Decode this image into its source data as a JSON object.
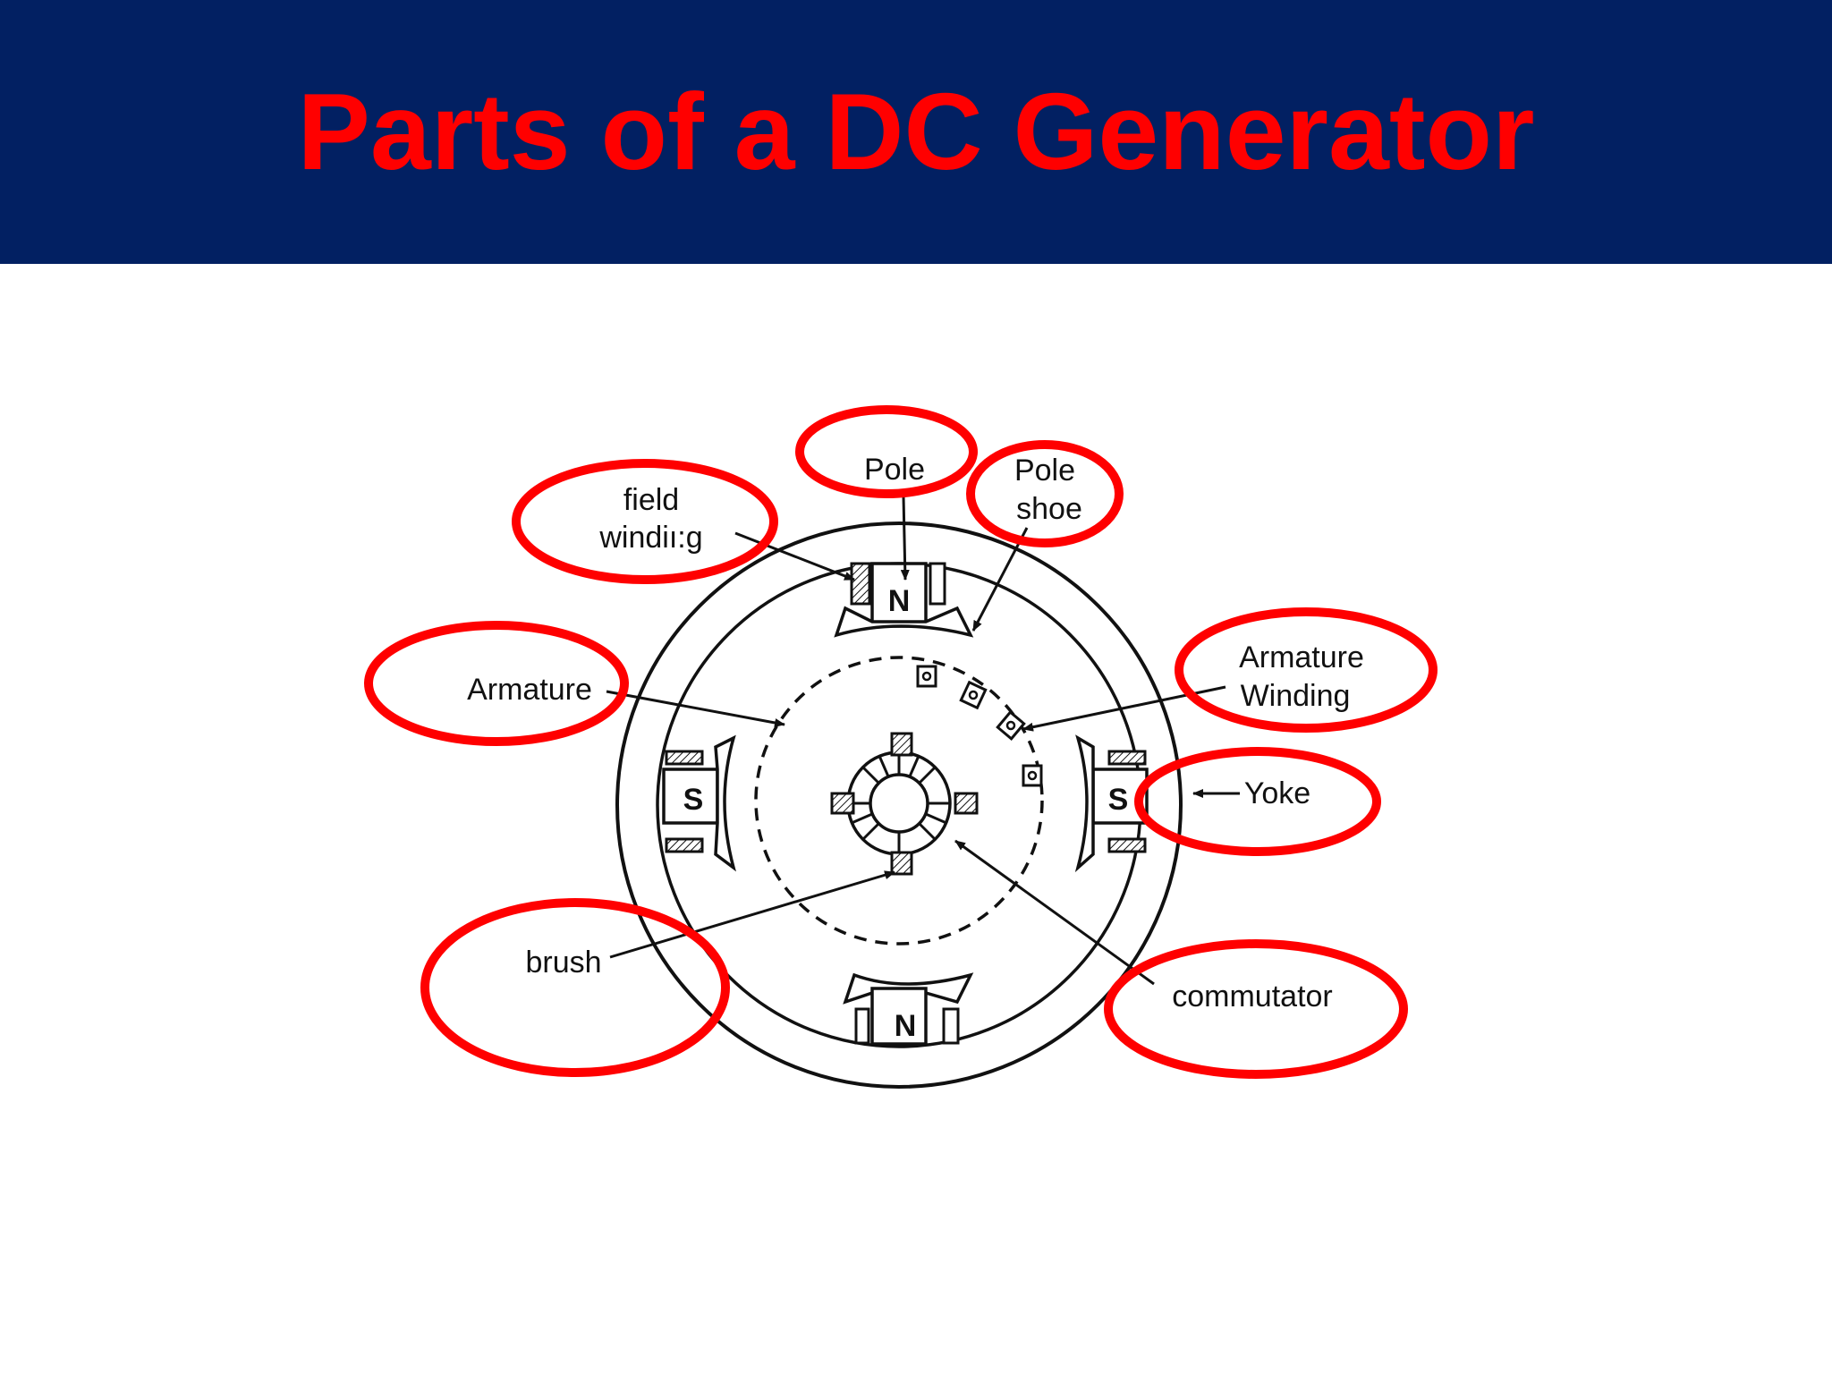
{
  "title": "Parts of a DC Generator",
  "colors": {
    "header_background": "#022062",
    "title": "#ff0000",
    "highlight_ellipse": "#ff0000",
    "drawing": "#111111"
  },
  "pole_letters": {
    "top": "N",
    "bottom": "N",
    "left": "S",
    "right": "S"
  },
  "labels": {
    "pole": "Pole",
    "pole_shoe_1": "Pole",
    "pole_shoe_2": "shoe",
    "field_winding_1": "field",
    "field_winding_2": "windiı:g",
    "armature": "Armature",
    "armature_winding_1": "Armature",
    "armature_winding_2": "Winding",
    "yoke": "Yoke",
    "brush": "brush",
    "commutator": "commutator"
  }
}
